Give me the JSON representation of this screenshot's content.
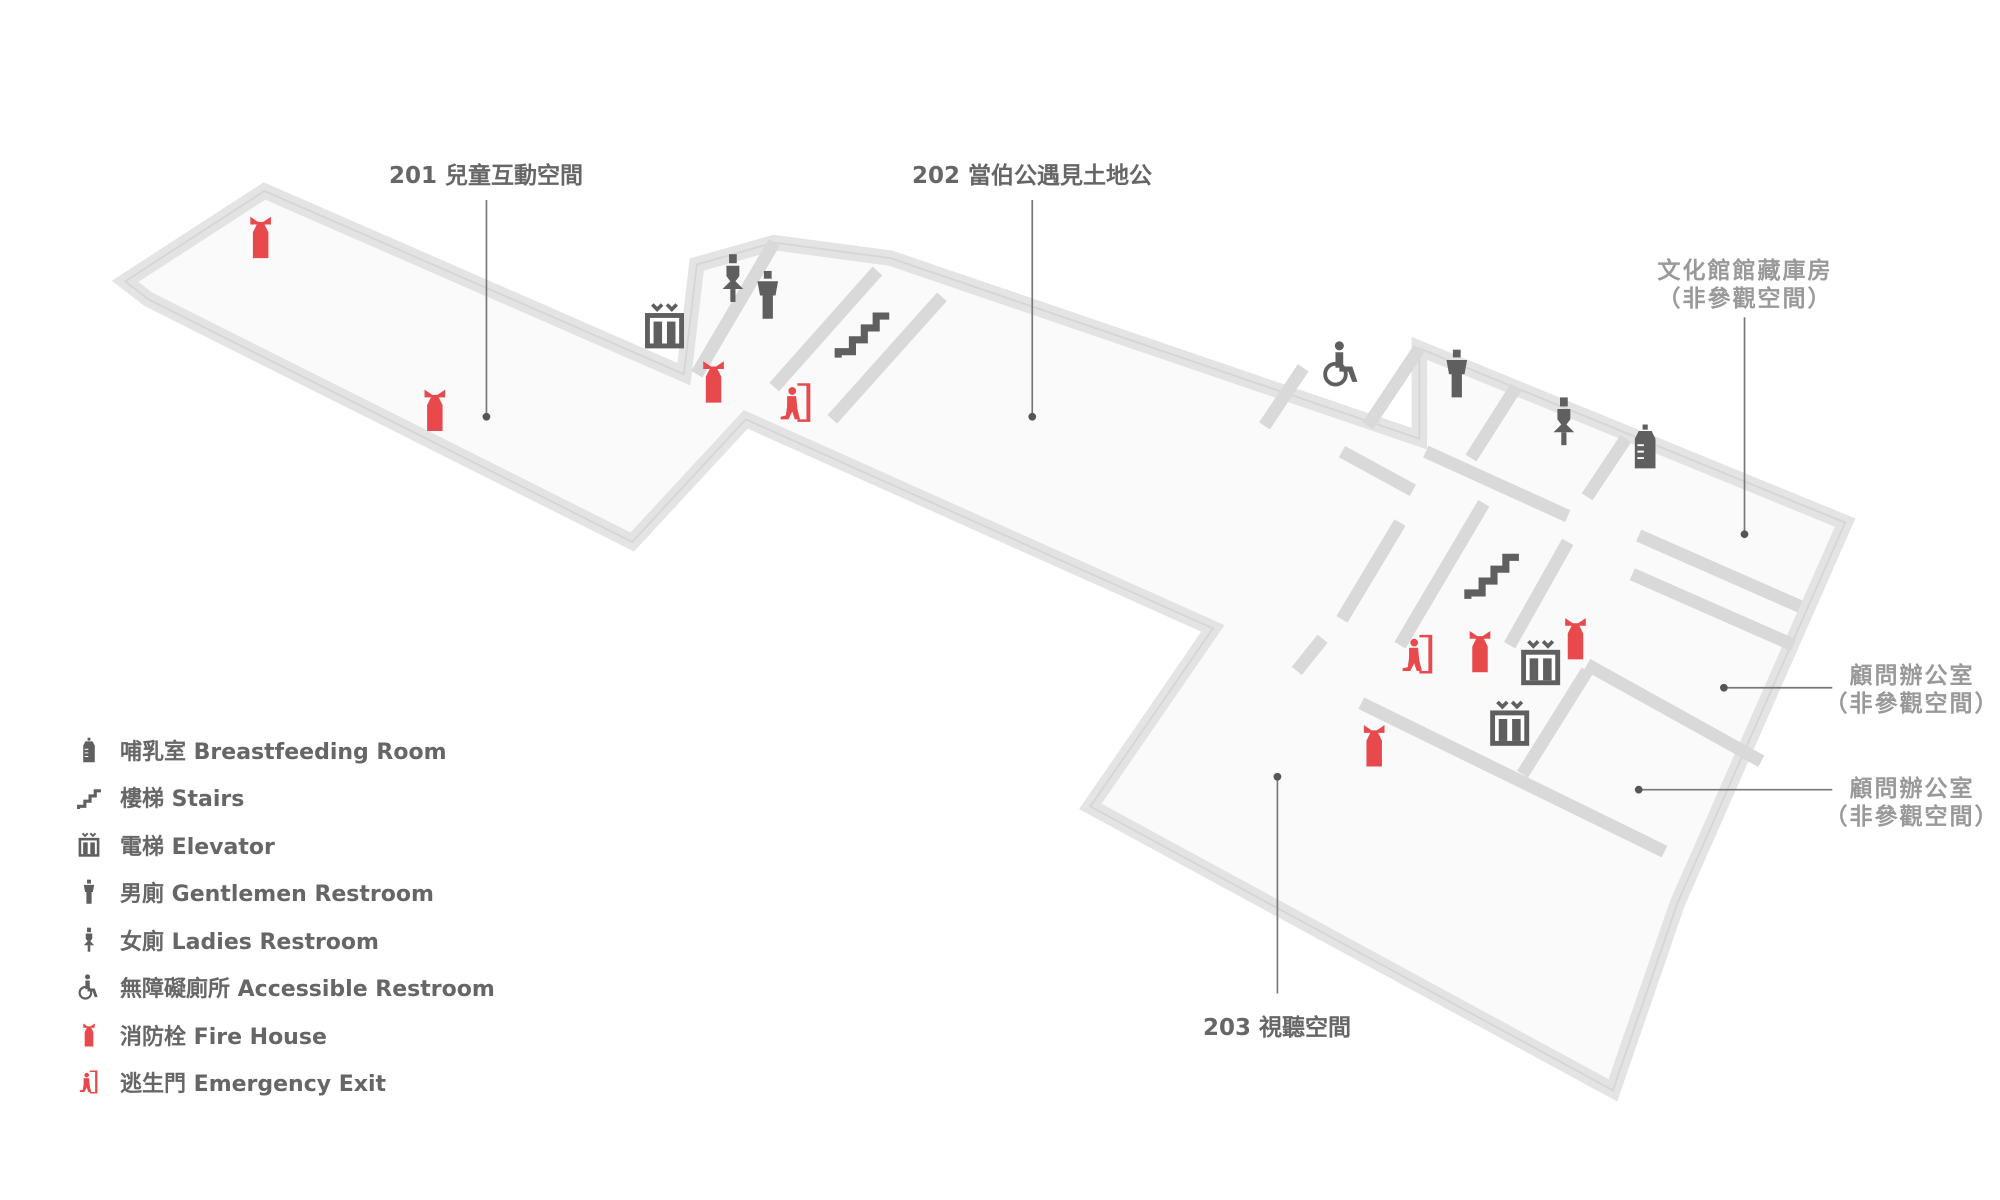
{
  "colors": {
    "icon_gray": "#5f5f5f",
    "fire_red": "#e8494c",
    "wall": "#d9d9d9",
    "floor": "#fafafa",
    "label": "#666666",
    "label_light": "#999999"
  },
  "rooms": {
    "r201": "201 兒童互動空間",
    "r202": "202 當伯公遇見土地公",
    "r203": "203 視聽空間",
    "storage": {
      "line1": "文化館館藏庫房",
      "line2": "（非參觀空間）"
    },
    "office1": {
      "line1": "顧問辦公室",
      "line2": "（非參觀空間）"
    },
    "office2": {
      "line1": "顧問辦公室",
      "line2": "（非參觀空間）"
    }
  },
  "legend": [
    {
      "icon": "baby-bottle-icon",
      "label": "哺乳室 Breastfeeding Room"
    },
    {
      "icon": "stairs-icon",
      "label": "樓梯 Stairs"
    },
    {
      "icon": "elevator-icon",
      "label": "電梯 Elevator"
    },
    {
      "icon": "male-icon",
      "label": "男廁 Gentlemen Restroom"
    },
    {
      "icon": "female-icon",
      "label": "女廁 Ladies Restroom"
    },
    {
      "icon": "wheelchair-icon",
      "label": "無障礙廁所  Accessible Restroom"
    },
    {
      "icon": "fire-extinguisher-icon",
      "label": "消防栓 Fire House"
    },
    {
      "icon": "emergency-exit-icon",
      "label": "逃生門 Emergency Exit"
    }
  ]
}
